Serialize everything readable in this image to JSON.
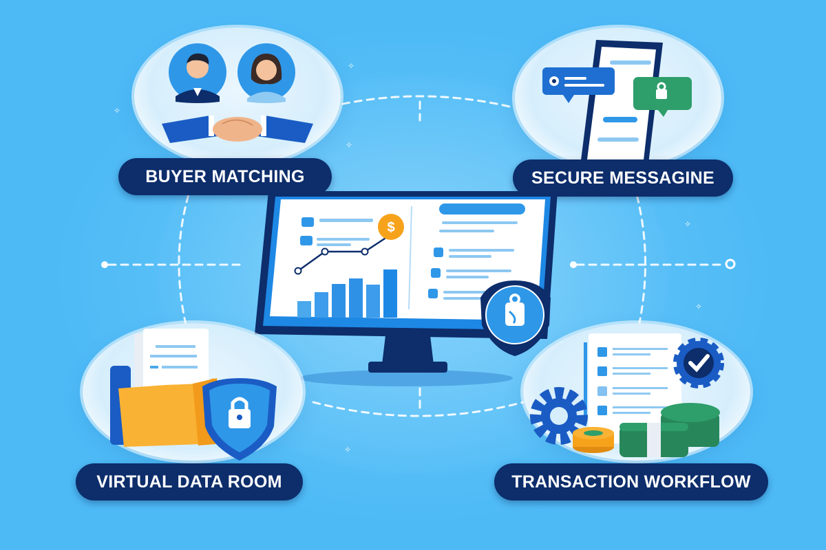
{
  "features": [
    {
      "id": "buyer-matching",
      "label": "BUYER MATCHING",
      "icons": [
        "man-avatar",
        "woman-avatar",
        "handshake"
      ]
    },
    {
      "id": "secure-messaging",
      "label": "SECURE MESSAGINE",
      "icons": [
        "smartphone",
        "chat-bubble",
        "lock-chat-bubble"
      ]
    },
    {
      "id": "virtual-data-room",
      "label": "VIRTUAL DATA ROOM",
      "icons": [
        "documents",
        "folder",
        "shield-lock"
      ]
    },
    {
      "id": "transaction-workflow",
      "label": "TRANSACTION WORKFLOW",
      "icons": [
        "checklist",
        "gear",
        "gear-check",
        "coin-stack",
        "cash-stacks"
      ]
    }
  ],
  "center": {
    "device": "desktop-monitor",
    "left_panel": {
      "chart_type": "bar-with-line",
      "bar_count": 6,
      "coin_symbol": "$"
    },
    "right_panel": {
      "checklist_items": 3
    },
    "badge": "money-bag-shield"
  },
  "colors": {
    "background": "#5bc0f7",
    "pill": "#0d2d6b",
    "pill_text": "#ffffff",
    "accent_blue": "#1e88e5",
    "navy": "#0d2d6b",
    "coin_orange": "#f7a21b",
    "folder_yellow": "#f9b233",
    "money_green": "#2e9e6a"
  }
}
